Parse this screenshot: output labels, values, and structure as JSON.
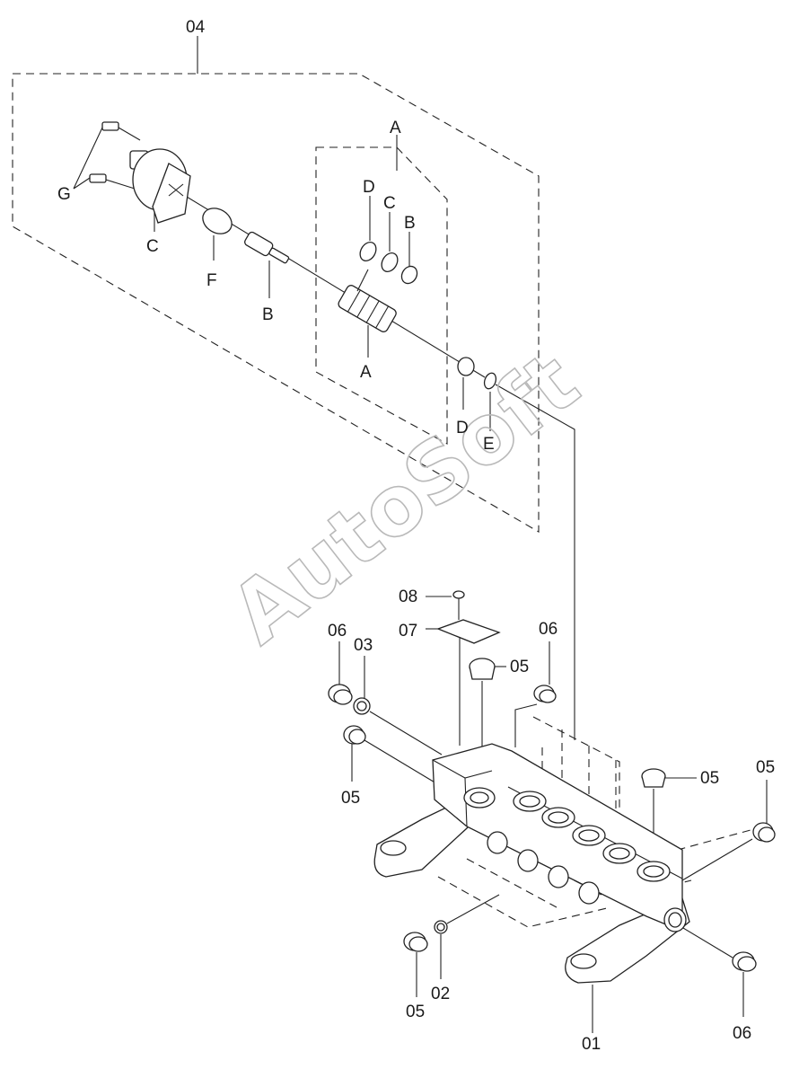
{
  "watermark": "AutoSoft",
  "callouts": {
    "assembly": "04",
    "kit_top": "A",
    "kit_bottom": "A",
    "solenoid": "C",
    "screws": "G",
    "oring_f": "F",
    "fitting_b": "B",
    "ring_d": "D",
    "ring_c": "C",
    "ring_b": "B",
    "ring_d2": "D",
    "ring_e": "E",
    "screw_08": "08",
    "plate_07": "07",
    "plug_05_top": "05",
    "plug_06_left": "06",
    "fitting_03": "03",
    "plug_05_left": "05",
    "plug_06_right": "06",
    "plug_05_mid": "05",
    "plug_05_far": "05",
    "plug_05_bottom": "05",
    "fitting_02": "02",
    "body_01": "01",
    "plug_06_bottom": "06"
  }
}
